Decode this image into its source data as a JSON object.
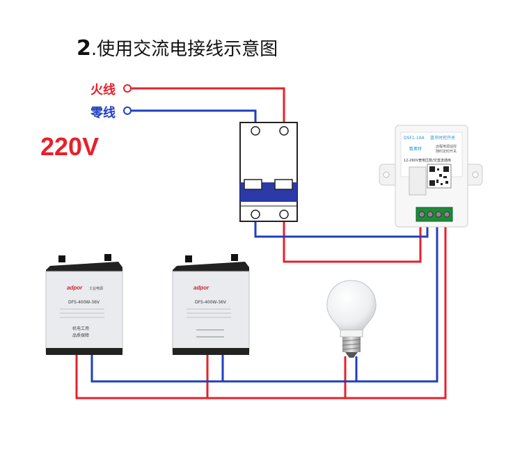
{
  "title": {
    "number": "2",
    "text": ".使用交流电接线示意图"
  },
  "labels": {
    "live": "火线",
    "neutral": "零线",
    "voltage": "220V"
  },
  "colors": {
    "live": "#e8202a",
    "neutral": "#1f3fbf",
    "breaker": "#2c3aa8"
  },
  "controller": {
    "model": "DSF1-10A",
    "name": "蓝牙时控开关",
    "brand": "数奥特",
    "feature1": "远程电源遥控",
    "feature2": "随时定时开关",
    "spec": "12-260V宽电压款/交直流通用"
  },
  "psu": {
    "brand": "adpor",
    "maker": "工业电源",
    "model": "DFS-400W-36V",
    "line1": "机电工用",
    "line2": "品质保障"
  },
  "psu2": {
    "model": "DFS-400W-36V"
  }
}
